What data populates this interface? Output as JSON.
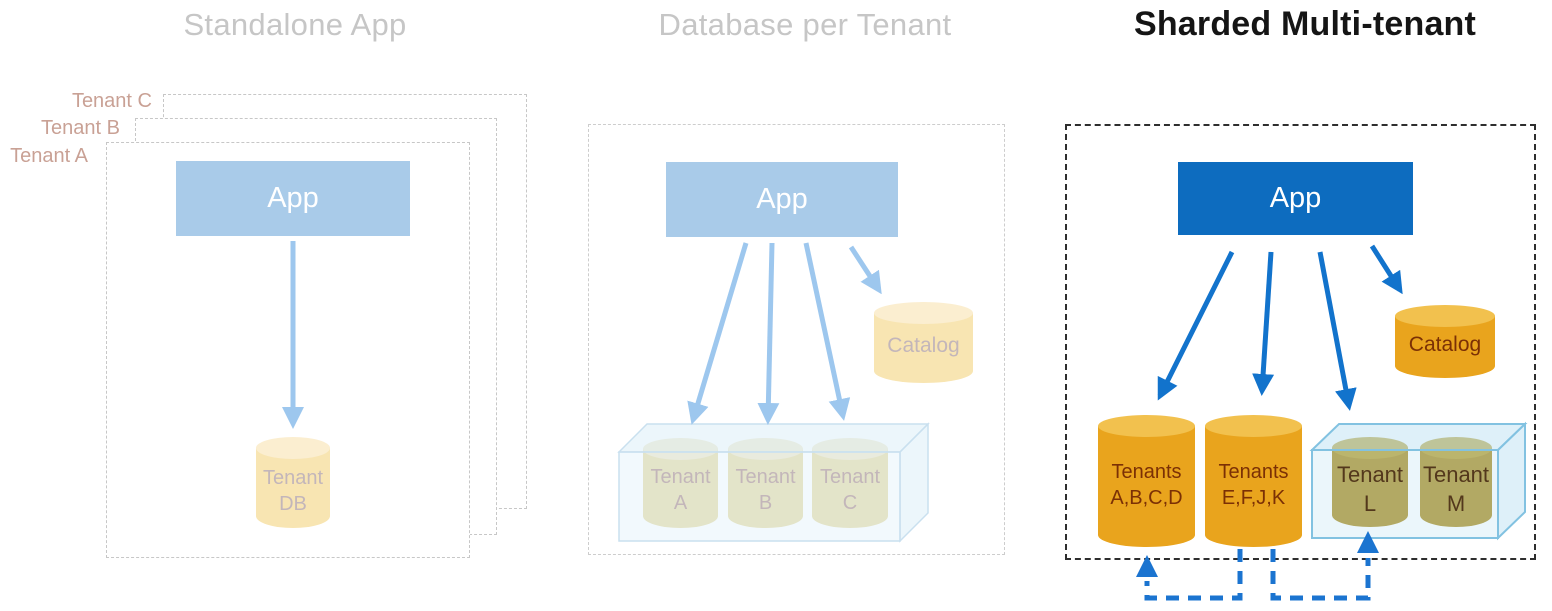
{
  "diagram": {
    "panels": [
      {
        "title": "Standalone App",
        "app_label": "App",
        "tenant_layers": [
          {
            "label": "Tenant C"
          },
          {
            "label": "Tenant B"
          },
          {
            "label": "Tenant A"
          }
        ],
        "database": {
          "line1": "Tenant",
          "line2": "DB"
        }
      },
      {
        "title": "Database per Tenant",
        "app_label": "App",
        "catalog_label": "Catalog",
        "pool_databases": [
          {
            "line1": "Tenant",
            "line2": "A"
          },
          {
            "line1": "Tenant",
            "line2": "B"
          },
          {
            "line1": "Tenant",
            "line2": "C"
          }
        ]
      },
      {
        "title": "Sharded Multi-tenant",
        "app_label": "App",
        "catalog_label": "Catalog",
        "shard_databases": [
          {
            "line1": "Tenants",
            "line2": "A,B,C,D"
          },
          {
            "line1": "Tenants",
            "line2": "E,F,J,K"
          }
        ],
        "pool_databases": [
          {
            "line1": "Tenant",
            "line2": "L"
          },
          {
            "line1": "Tenant",
            "line2": "M"
          }
        ]
      }
    ],
    "colors": {
      "app_blue_muted": "#a9cbe9",
      "app_blue": "#0d6cbf",
      "arrow_blue_muted": "#9dc7ee",
      "arrow_blue": "#1273cc",
      "dashed_move_arrow_blue": "#1b74d0",
      "db_gold": "#e9a41d",
      "db_gold_top": "#f2c14e",
      "db_pale": "#f8e5b2",
      "db_pale_top": "#fbeed0",
      "db_olive": "#ab8c1f",
      "db_olive_top": "#b89e2c",
      "db_text_dark": "#7b3005",
      "db_text_muted": "#c3b6ba",
      "tenant_layer_text": "#c9a195",
      "title_muted": "#c6c6c6",
      "title_dark": "#151515"
    }
  }
}
